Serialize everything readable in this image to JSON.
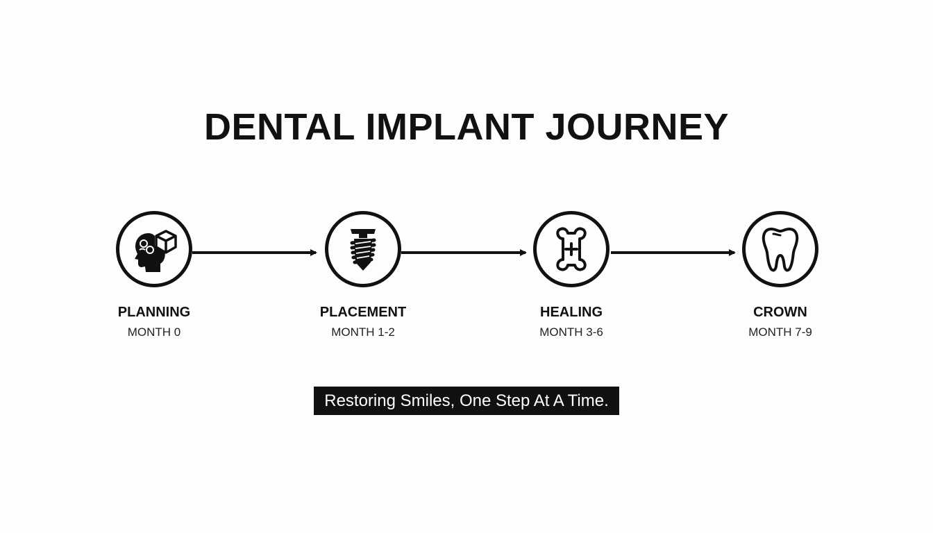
{
  "title": "DENTAL IMPLANT JOURNEY",
  "steps": [
    {
      "label": "PLANNING",
      "time": "MONTH 0",
      "icon": "head-cube-icon"
    },
    {
      "label": "PLACEMENT",
      "time": "MONTH 1-2",
      "icon": "implant-screw-icon"
    },
    {
      "label": "HEALING",
      "time": "MONTH 3-6",
      "icon": "bone-plus-icon"
    },
    {
      "label": "CROWN",
      "time": "MONTH 7-9",
      "icon": "tooth-icon"
    }
  ],
  "tagline": "Restoring Smiles, One Step At A Time.",
  "colors": {
    "stroke": "#111111",
    "background": "#fdfdfd",
    "tagline_bg": "#111111",
    "tagline_text": "#ffffff"
  }
}
